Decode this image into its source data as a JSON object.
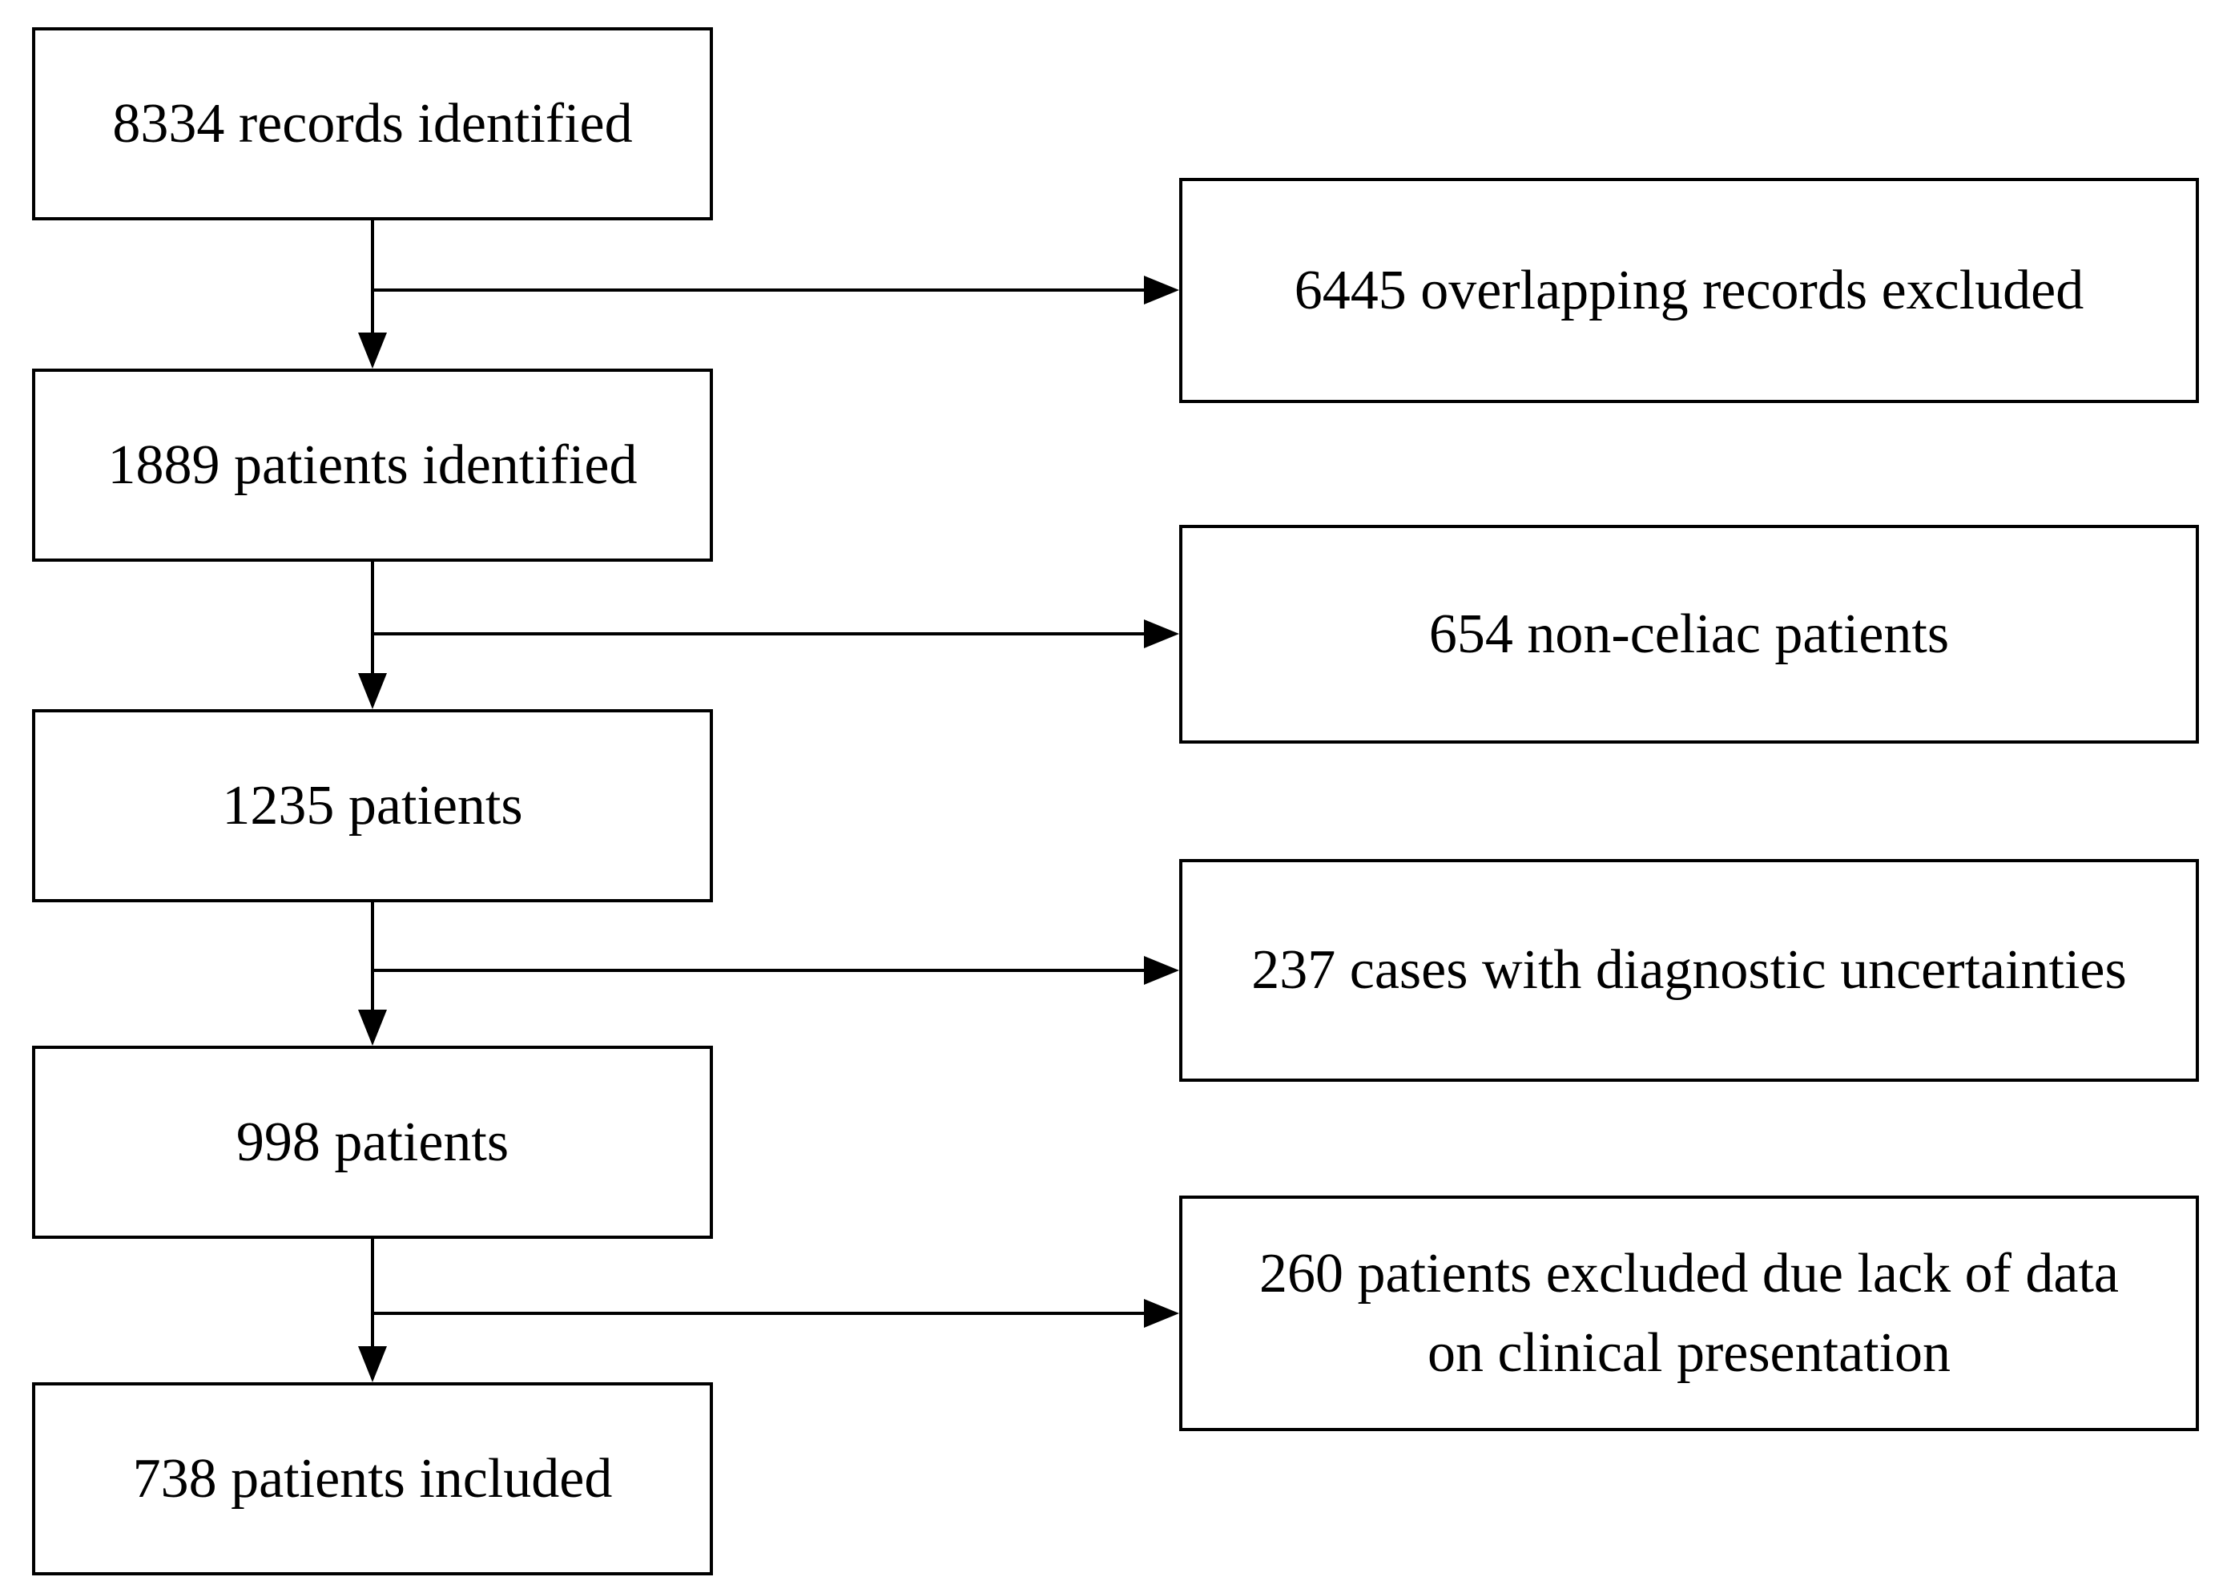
{
  "colors": {
    "line": "#000000",
    "box_border": "#000000",
    "box_fill": "#ffffff",
    "background": "#ffffff",
    "text": "#000000"
  },
  "flowchart": {
    "main_flow": [
      {
        "lines": [
          "8334 records identified"
        ]
      },
      {
        "lines": [
          "1889 patients identified"
        ]
      },
      {
        "lines": [
          "1235 patients"
        ]
      },
      {
        "lines": [
          "998 patients"
        ]
      },
      {
        "lines": [
          "738 patients included"
        ]
      }
    ],
    "exclusions": [
      {
        "lines": [
          "6445 overlapping records excluded"
        ]
      },
      {
        "lines": [
          "654 non-celiac patients"
        ]
      },
      {
        "lines": [
          "237 cases with diagnostic uncertainties"
        ]
      },
      {
        "lines": [
          "260 patients excluded due lack of data",
          "on clinical presentation"
        ]
      }
    ]
  }
}
